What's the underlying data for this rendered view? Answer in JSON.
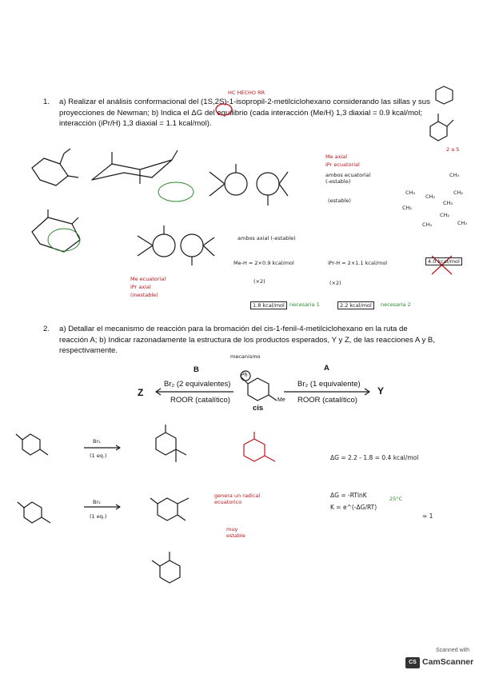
{
  "problem1": {
    "number": "1.",
    "text": "a) Realizar el análisis conformacional del (1S,2S)-1-isopropil-2-metilciclohexano considerando las sillas y sus proyecciones de Newman; b) Indica el ΔG del equilibrio (cada interacción (Me/H) 1,3 diaxial = 0.9 kcal/mol; interacción (iPr/H) 1,3 diaxial = 1.1 kcal/mol)."
  },
  "problem2": {
    "number": "2.",
    "text": "a) Detallar el mecanismo de reacción para la bromación del cis-1-fenil-4-metilciclohexano en la ruta de reacción A; b) Indicar razonadamente la estructura de los productos esperados, Y y Z, de las reacciones A y B, respectivamente."
  },
  "scheme": {
    "label_b": "B",
    "label_a": "A",
    "reagent_b": "Br₂ (2 equivalentes)",
    "cond_b": "ROOR (catalítico)",
    "reagent_a": "Br₂ (1 equivalente)",
    "cond_a": "ROOR (catalítico)",
    "product_z": "Z",
    "product_y": "Y",
    "cis": "cis",
    "ph": "Ph",
    "me": "Me"
  },
  "notes": {
    "hc_hecho": "HC HECHO RR",
    "me_axial": "Me axial",
    "ipr_ecuatorial": "iPr ecuatorial",
    "ambos_ecuatorial": "ambos ecuatorial (-estable)",
    "estable": "(estable)",
    "ambos_axial": "ambos axial (-estable)",
    "me_h": "Me-H = 2×0.9 kcal/mol",
    "ipr_h": "iPr-H = 2×1.1 kcal/mol",
    "x2_a": "(×2)",
    "x2_b": "(×2)",
    "result_18": "1.8 kcal/mol",
    "result_22": "2.2 kcal/mol",
    "result_40": "4.0 kcal/mol",
    "necesaria_1": "necesaria 1",
    "necesaria_2": "necesaria 2",
    "me_ecuatorial": "Me ecuatorial",
    "ipr_axial": "iPr axial",
    "inestable": "(inestable)",
    "delta_g": "ΔG = 2.2 - 1.8 = 0.4 kcal/mol",
    "delta_g_formula": "ΔG = -RTlnK",
    "k_formula": "K = e^(-ΔG/RT)",
    "temp": "25°C",
    "k_result": "≈ 1",
    "radical": "genera un radical ecuatorico",
    "muy_estable": "muy estable",
    "br2_a": "Br₂",
    "eq1": "(1 eq.)",
    "br2_b": "Br₂",
    "eq1_b": "(1 eq.)",
    "mecanismo": "mecanismo",
    "ch3_a": "CH₃",
    "ch3_b": "CH₃",
    "ch2_a": "CH₂",
    "ch2_b": "CH₂",
    "ch2_c": "CH₂",
    "ch3_c": "CH₃",
    "ch3_d": "CH₃",
    "ch3_e": "CH₃",
    "ch3_f": "CH₃",
    "ring_flip": "2 a 5"
  },
  "badge": {
    "scanned": "Scanned with",
    "logo": "CS",
    "brand": "CamScanner"
  }
}
